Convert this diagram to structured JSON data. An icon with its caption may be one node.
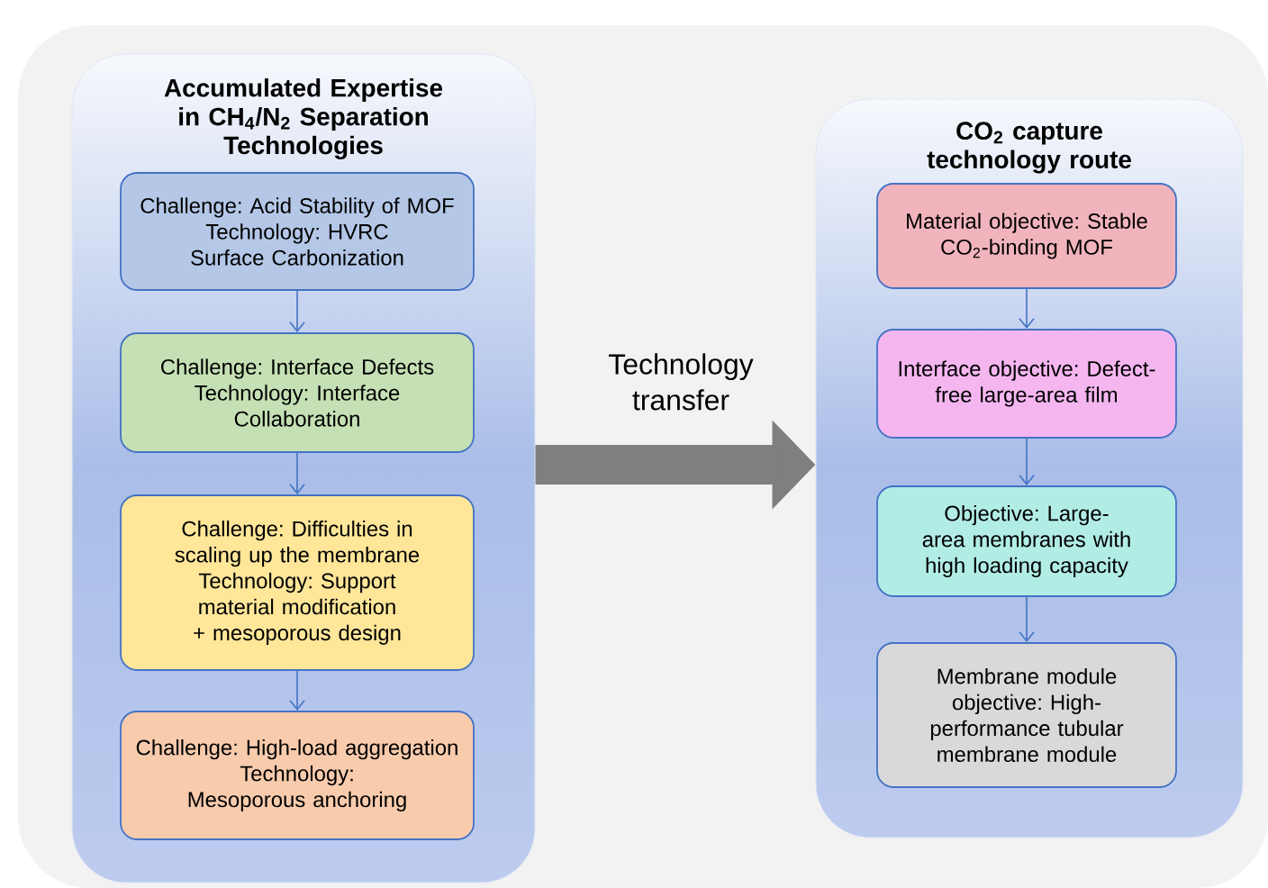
{
  "diagram": {
    "nodes": [
      {
        "text": [
          "Accumulated Expertise in CH$_{4}$/N$_{2}$ Separation Technologies"
        ]
      },
      {
        "text": [
          "Challenge: Acid Stability of MOF",
          "Technology: HVRC Surface Carbonization"
        ],
        "in": 0
      },
      {
        "text": [
          "Challenge: Interface Defects",
          "Technology: Interface Collaboration"
        ],
        "in": 0
      },
      {
        "text": [
          "Challenge: Difficulties in scaling up the membrane",
          "Technology: Support material modification + mesoporous design"
        ],
        "in": 0
      },
      {
        "text": [
          "Challenge: High-load aggregation",
          "Technology: Mesoporous anchoring"
        ],
        "in": 0
      },
      {
        "text": [
          "CO$_{2}$ capture technology route"
        ]
      },
      {
        "text": [
          "Material objective: Stable CO$_{2}$-binding MOF"
        ],
        "in": 5
      },
      {
        "text": [
          "Interface objective: Defect-free large-area film"
        ],
        "in": 5
      },
      {
        "text": [
          "Objective: Large-area membranes with high loading capacity"
        ],
        "in": 5
      },
      {
        "text": [
          "Membrane module objective: High-performance tubular membrane module"
        ],
        "in": 5
      }
    ],
    "edges": [
      {
        "from": 1,
        "to": 2,
        "arrow": "to"
      },
      {
        "from": 2,
        "to": 3,
        "arrow": "to"
      },
      {
        "from": 3,
        "to": 4,
        "arrow": "to"
      },
      {
        "from": 0,
        "to": 5,
        "arrow": "to",
        "label": "Technology transfer",
        "style": "thick",
        "color": "#7f7f7f"
      },
      {
        "from": 6,
        "to": 7,
        "arrow": "to"
      },
      {
        "from": 7,
        "to": 8,
        "arrow": "to"
      },
      {
        "from": 8,
        "to": 9,
        "arrow": "to"
      }
    ]
  }
}
